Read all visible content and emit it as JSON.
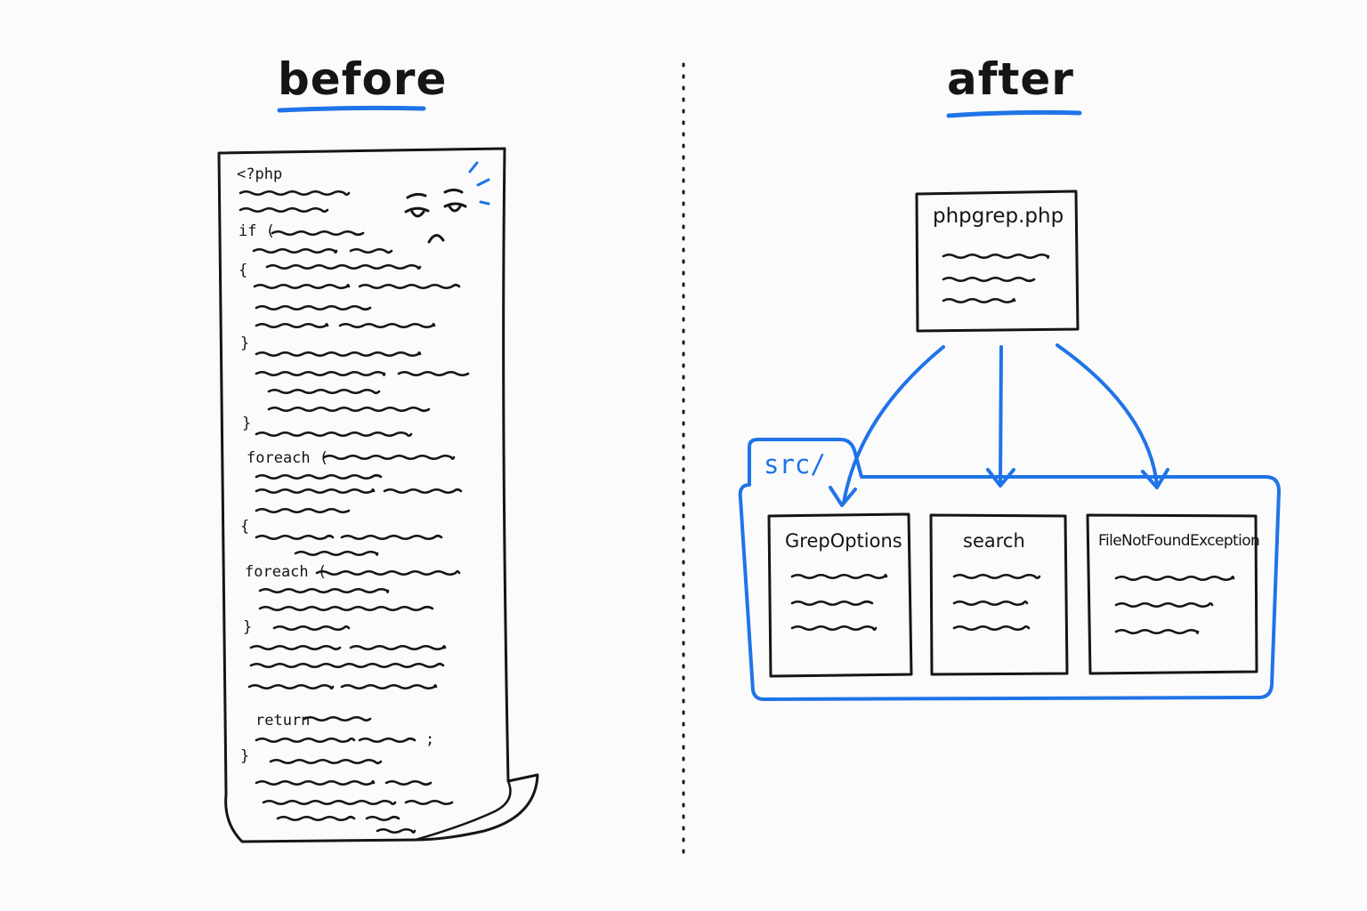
{
  "before": {
    "heading": "before",
    "code_tokens": {
      "php_open": "<?php",
      "if": "if (",
      "brace_open_1": "{",
      "brace_close_1": "}",
      "brace_close_2": "}",
      "foreach_1": "foreach (",
      "brace_open_2": "{",
      "foreach_2": "foreach (",
      "brace_close_3": "}",
      "return": "return",
      "semicolon": ";",
      "brace_close_4": "}"
    },
    "face_icon": "worried-face-icon"
  },
  "after": {
    "heading": "after",
    "main_file": "phpgrep.php",
    "folder": "src/",
    "files": [
      "GrepOptions",
      "search",
      "FileNotFoundException"
    ]
  },
  "colors": {
    "ink": "#151515",
    "accent": "#1f74e8",
    "background": "#fbfbfb"
  }
}
